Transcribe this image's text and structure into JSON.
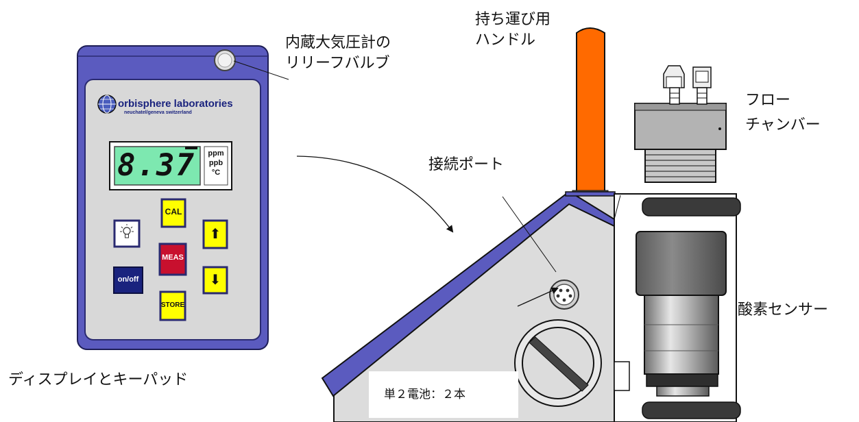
{
  "labels": {
    "relief_valve_line1": "内蔵大気圧計の",
    "relief_valve_line2": "リリーフバルブ",
    "handle_line1": "持ち運び用",
    "handle_line2": "ハンドル",
    "flow_chamber_line1": "フロー",
    "flow_chamber_line2": "チャンバー",
    "connection_port": "接続ポート",
    "oxygen_sensor": "酸素センサー",
    "display_keypad": "ディスプレイとキーパッド",
    "batteries": "単２電池：２本"
  },
  "device": {
    "brand": "orbisphere laboratories",
    "brand_sub": "neuchatel/geneva switzerland",
    "reading": "8.37",
    "units": [
      "ppm",
      "ppb",
      "°C"
    ],
    "keys": {
      "cal": "CAL",
      "meas": "MEAS",
      "store": "STORE",
      "onoff": "on/off",
      "up": "⬆",
      "down": "⬇"
    }
  },
  "colors": {
    "device_blue": "#5b5bbf",
    "panel_gray": "#d8d8d8",
    "lcd_green": "#7de8b0",
    "key_yellow": "#ffff00",
    "key_red": "#c8102e",
    "key_navy": "#1a237e",
    "handle_orange": "#ff6a00"
  }
}
